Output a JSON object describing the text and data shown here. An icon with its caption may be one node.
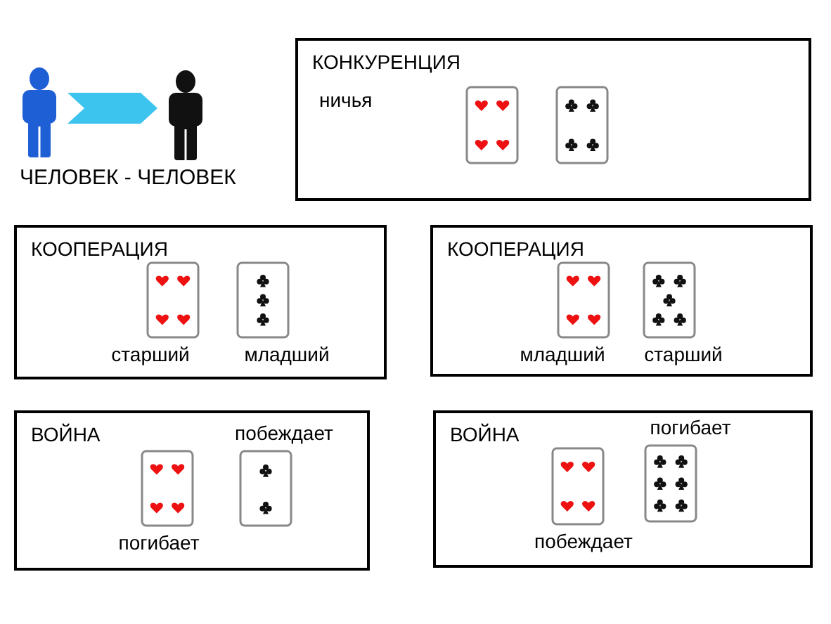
{
  "diagram": {
    "nodes": [
      {
        "text": [],
        "shape": "person"
      },
      {
        "text": [],
        "shape": "person"
      },
      {
        "text": [
          "КОНКУРЕНЦИЯ",
          "ничья"
        ]
      },
      {
        "text": [],
        "shape": "card",
        "in": 2
      },
      {
        "text": [],
        "shape": "card",
        "in": 2
      },
      {
        "text": [
          "КООПЕРАЦИЯ"
        ]
      },
      {
        "text": [],
        "shape": "card",
        "in": 5,
        "beside": [
          "старший"
        ]
      },
      {
        "text": [],
        "shape": "card",
        "in": 5,
        "beside": [
          "младший"
        ]
      },
      {
        "text": [
          "КООПЕРАЦИЯ"
        ]
      },
      {
        "text": [],
        "shape": "card",
        "in": 8,
        "beside": [
          "младший"
        ]
      },
      {
        "text": [],
        "shape": "card",
        "in": 8,
        "beside": [
          "старший"
        ]
      },
      {
        "text": [
          "ВОЙНА"
        ]
      },
      {
        "text": [],
        "shape": "card",
        "in": 11,
        "beside": [
          "погибает"
        ]
      },
      {
        "text": [],
        "shape": "card",
        "in": 11,
        "beside": [
          "побеждает"
        ]
      },
      {
        "text": [
          "ВОЙНА"
        ]
      },
      {
        "text": [],
        "shape": "card",
        "in": 14,
        "beside": [
          "побеждает"
        ]
      },
      {
        "text": [],
        "shape": "card",
        "in": 14,
        "beside": [
          "погибает"
        ]
      }
    ],
    "edges": [
      {
        "from": 0,
        "to": 1,
        "arrow": "to"
      }
    ],
    "labels": [
      "ЧЕЛОВЕК - ЧЕЛОВЕК"
    ]
  }
}
